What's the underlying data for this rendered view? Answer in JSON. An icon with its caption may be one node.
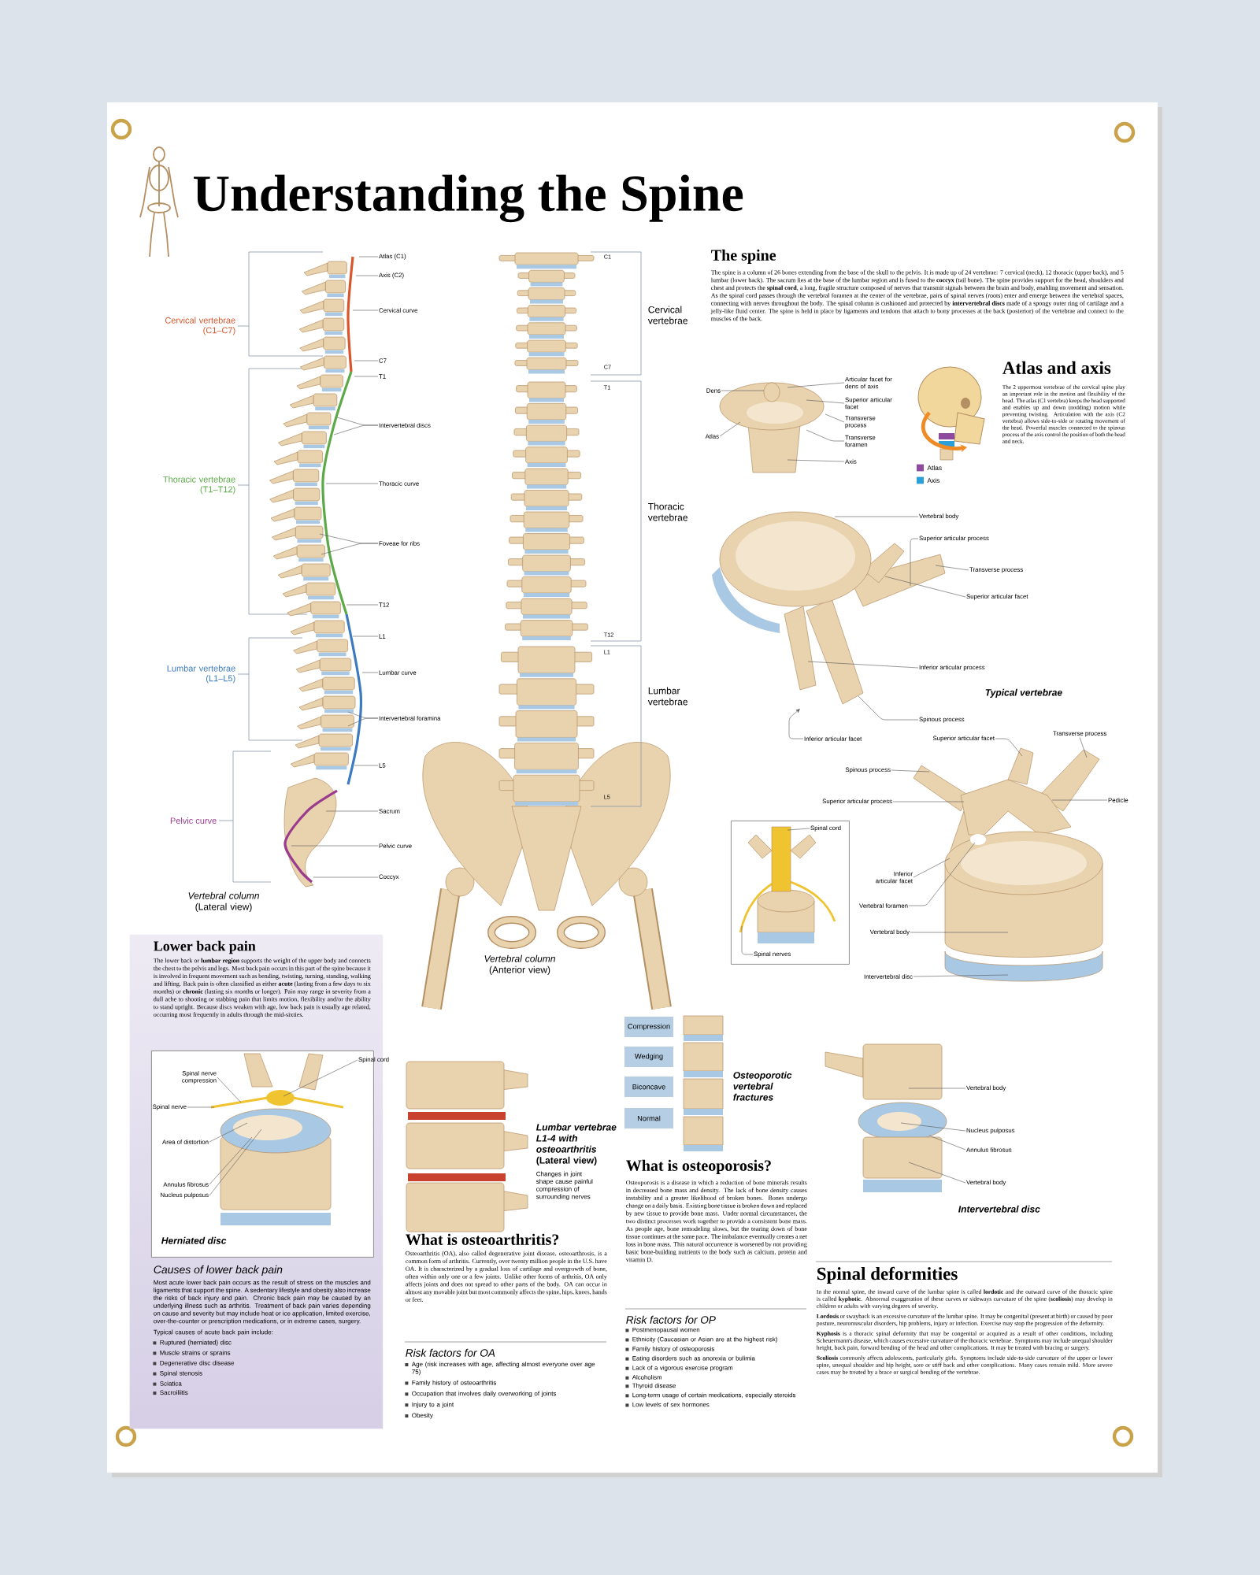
{
  "diagram": {
    "title": "Understanding the Spine",
    "nodes": [
      {
        "text": [
          "Atlas (C1)"
        ]
      },
      {
        "text": [
          "Axis (C2)"
        ]
      },
      {
        "text": [
          "Cervical curve"
        ]
      },
      {
        "text": [
          "C7"
        ]
      },
      {
        "text": [
          "T1"
        ]
      },
      {
        "text": [
          "Intervertebral discs"
        ]
      },
      {
        "text": [
          "Thoracic curve"
        ]
      },
      {
        "text": [
          "Foveae for ribs"
        ]
      },
      {
        "text": [
          "T12"
        ]
      },
      {
        "text": [
          "L1"
        ]
      },
      {
        "text": [
          "Lumbar curve"
        ]
      },
      {
        "text": [
          "Intervertebral foramina"
        ]
      },
      {
        "text": [
          "L5"
        ]
      },
      {
        "text": [
          "Sacrum"
        ]
      },
      {
        "text": [
          "Pelvic curve"
        ]
      },
      {
        "text": [
          "Coccyx"
        ]
      },
      {
        "text": [
          "Dens"
        ]
      },
      {
        "text": [
          "Atlas"
        ]
      },
      {
        "text": [
          "Articular facet for dens of axis"
        ]
      },
      {
        "text": [
          "Superior articular facet"
        ]
      },
      {
        "text": [
          "Transverse process"
        ]
      },
      {
        "text": [
          "Transverse foramen"
        ]
      },
      {
        "text": [
          "Axis"
        ]
      },
      {
        "text": [
          "Vertebral body"
        ]
      },
      {
        "text": [
          "Superior articular process"
        ]
      },
      {
        "text": [
          "Transverse process"
        ]
      },
      {
        "text": [
          "Superior articular facet"
        ]
      },
      {
        "text": [
          "Inferior articular process"
        ]
      },
      {
        "text": [
          "Spinous process"
        ]
      },
      {
        "text": [
          "Inferior articular facet"
        ]
      },
      {
        "text": [
          "Transverse process"
        ]
      },
      {
        "text": [
          "Superior articular facet"
        ]
      },
      {
        "text": [
          "Spinous process"
        ]
      },
      {
        "text": [
          "Pedicle"
        ]
      },
      {
        "text": [
          "Superior articular process"
        ]
      },
      {
        "text": [
          "Inferior articular facet"
        ]
      },
      {
        "text": [
          "Vertebral foramen"
        ]
      },
      {
        "text": [
          "Vertebral body"
        ]
      },
      {
        "text": [
          "Intervertebral disc"
        ]
      },
      {
        "text": [],
        "shape": "box"
      },
      {
        "text": [
          "Spinal cord"
        ],
        "in": 39
      },
      {
        "text": [
          "Spinal nerves"
        ],
        "in": 39
      },
      {
        "text": [
          "Lower back pain",
          "The lower back or **lumbar region** supports the weight of the upper body and connects the chest to the pelvis and legs. Most back pain occurs in this part of the spine because it is involved in frequent movement such as bending, twisting, turning, standing, walking and lifting. Back pain is often classified as either **acute** (lasting from a few days to six months) or **chronic** (lasting six months or longer). Pain may range in severity from a dull ache to shooting or stabbing pain that limits motion, flexibility and/or the ability to stand upright. Because discs weaken with age, low back pain is usually age related, occurring most frequently in adults through the mid-sixties.",
          "Causes of lower back pain",
          "Most acute lower back pain occurs as the result of stress on the muscles and ligaments that support the spine. A sedentary lifestyle and obesity also increase the risks of back injury and pain. Chronic back pain may be caused by an underlying illness such as arthritis. Treatment of back pain varies depending on cause and severity but may include heat or ice application, limited exercise, over-the-counter or prescription medications, or in extreme cases, surgery.",
          "Typical causes of acute back pain include:",
          "Ruptured (herniated) disc",
          "Muscle strains or sprains",
          "Degenerative disc disease",
          "Spinal stenosis",
          "Sciatica",
          "Sacroiliitis"
        ]
      },
      {
        "text": [
          "Herniated disc"
        ],
        "in": 42
      },
      {
        "text": [
          "Spinal cord"
        ],
        "in": 43
      },
      {
        "text": [
          "Spinal nerve compression"
        ],
        "in": 43
      },
      {
        "text": [
          "Spinal nerve"
        ],
        "in": 43
      },
      {
        "text": [
          "Area of distortion"
        ],
        "in": 43
      },
      {
        "text": [
          "Annulus fibrosus"
        ],
        "in": 43
      },
      {
        "text": [
          "Nucleus pulposus"
        ],
        "in": 43
      },
      {
        "text": [
          "Compression"
        ]
      },
      {
        "text": [
          "Wedging"
        ]
      },
      {
        "text": [
          "Biconcave"
        ]
      },
      {
        "text": [
          "Normal"
        ]
      },
      {
        "text": [
          "Vertebral body"
        ]
      },
      {
        "text": [
          "Nucleus pulposus"
        ]
      },
      {
        "text": [
          "Annulus fibrosus"
        ]
      },
      {
        "text": [
          "Vertebral body"
        ]
      },
      {
        "text": [],
        "shape": "picture"
      },
      {
        "text": [],
        "shape": "picture"
      },
      {
        "text": [],
        "shape": "picture"
      },
      {
        "text": [],
        "shape": "picture"
      },
      {
        "text": [],
        "shape": "picture",
        "in": 39
      },
      {
        "text": [],
        "shape": "picture",
        "in": 43
      },
      {
        "text": [],
        "shape": "picture"
      }
    ],
    "edges": [
      {
        "from": 0,
        "to": 58,
        "arrow": "none"
      },
      {
        "from": 1,
        "to": 58,
        "arrow": "none"
      },
      {
        "from": 2,
        "to": 58,
        "arrow": "none"
      },
      {
        "from": 3,
        "to": 58,
        "arrow": "none"
      },
      {
        "from": 4,
        "to": 58,
        "arrow": "none"
      },
      {
        "from": 5,
        "to": 58,
        "arrow": "none"
      },
      {
        "from": 6,
        "to": 58,
        "arrow": "none"
      },
      {
        "from": 7,
        "to": 58,
        "arrow": "none"
      },
      {
        "from": 8,
        "to": 58,
        "arrow": "none"
      },
      {
        "from": 9,
        "to": 58,
        "arrow": "none"
      },
      {
        "from": 10,
        "to": 58,
        "arrow": "none"
      },
      {
        "from": 11,
        "to": 58,
        "arrow": "none"
      },
      {
        "from": 12,
        "to": 58,
        "arrow": "none"
      },
      {
        "from": 13,
        "to": 58,
        "arrow": "none"
      },
      {
        "from": 14,
        "to": 58,
        "arrow": "none"
      },
      {
        "from": 15,
        "to": 58,
        "arrow": "none"
      },
      {
        "from": 16,
        "to": 59,
        "arrow": "none"
      },
      {
        "from": 17,
        "to": 59,
        "arrow": "none"
      },
      {
        "from": 18,
        "to": 59,
        "arrow": "none"
      },
      {
        "from": 19,
        "to": 59,
        "arrow": "none"
      },
      {
        "from": 20,
        "to": 59,
        "arrow": "none"
      },
      {
        "from": 21,
        "to": 59,
        "arrow": "none"
      },
      {
        "from": 22,
        "to": 59,
        "arrow": "none"
      },
      {
        "from": 23,
        "to": 60,
        "arrow": "none"
      },
      {
        "from": 24,
        "to": 60,
        "arrow": "none"
      },
      {
        "from": 25,
        "to": 60,
        "arrow": "none"
      },
      {
        "from": 26,
        "to": 60,
        "arrow": "none"
      },
      {
        "from": 27,
        "to": 60,
        "arrow": "none"
      },
      {
        "from": 28,
        "to": 60,
        "arrow": "none"
      },
      {
        "from": 29,
        "to": 60,
        "arrow": "to"
      },
      {
        "from": 30,
        "to": 61,
        "arrow": "none"
      },
      {
        "from": 31,
        "to": 61,
        "arrow": "none"
      },
      {
        "from": 32,
        "to": 61,
        "arrow": "none"
      },
      {
        "from": 33,
        "to": 61,
        "arrow": "none"
      },
      {
        "from": 34,
        "to": 61,
        "arrow": "none"
      },
      {
        "from": 35,
        "to": 61,
        "arrow": "none"
      },
      {
        "from": 36,
        "to": 61,
        "arrow": "none"
      },
      {
        "from": 37,
        "to": 61,
        "arrow": "none"
      },
      {
        "from": 38,
        "to": 61,
        "arrow": "none"
      },
      {
        "from": 40,
        "to": 62,
        "arrow": "none"
      },
      {
        "from": 41,
        "to": 62,
        "arrow": "none"
      },
      {
        "from": 44,
        "to": 63,
        "arrow": "none"
      },
      {
        "from": 45,
        "to": 63,
        "arrow": "none"
      },
      {
        "from": 46,
        "to": 63,
        "arrow": "none"
      },
      {
        "from": 47,
        "to": 63,
        "arrow": "none"
      },
      {
        "from": 48,
        "to": 63,
        "arrow": "none"
      },
      {
        "from": 49,
        "to": 63,
        "arrow": "none"
      },
      {
        "from": 54,
        "to": 64,
        "arrow": "none"
      },
      {
        "from": 55,
        "to": 64,
        "arrow": "none"
      },
      {
        "from": 56,
        "to": 64,
        "arrow": "none"
      },
      {
        "from": 57,
        "to": 64,
        "arrow": "none"
      }
    ],
    "labels": [
      "Cervical vertebrae (C1–C7)",
      "Thoracic vertebrae (T1–T12)",
      "Lumbar vertebrae (L1–L5)",
      "Pelvic curve",
      "*Vertebral column* (Lateral view)",
      "C1",
      "Cervical vertebrae",
      "C7",
      "T1",
      "Thoracic vertebrae",
      "T12",
      "L1",
      "Lumbar vertebrae",
      "L5",
      "*Vertebral column* (Anterior view)",
      "The spine",
      "The spine is a column of 26 bones extending from the base of the skull to the pelvis. It is made up of 24 vertebrae: 7 cervical (neck), 12 thoracic (upper back), and 5 lumbar (lower back). The sacrum lies at the base of the lumbar region and is fused to the **coccyx** (tail bone). The spine provides support for the head, shoulders and chest and protects the **spinal cord**, a long, fragile structure composed of nerves that transmit signals between the brain and body, enabling movement and sensation. As the spinal cord passes through the vertebral foramen at the center of the vertebrae, pairs of spinal nerves (roots) enter and emerge between the vertebral spaces, connecting with nerves throughout the body. The spinal column is cushioned and protected by **intervertebral discs** made of a spongy outer ring of cartilage and a jelly-like fluid center. The spine is held in place by ligaments and tendons that attach to bony processes at the back (posterior) of the vertebrae and connect to the muscles of the back.",
      "Atlas and axis",
      "The 2 uppermost vertebrae of the cervical spine play an important role in the motion and flexibility of the head. The atlas (C1 vertebra) keeps the head supported and enables up and down (nodding) motion while preventing twisting. Articulation with the axis (C2 vertebra) allows side-to-side or rotating movement of the head. Powerful muscles connected to the spinous process of the axis control the position of both the head and neck.",
      "Typical vertebrae",
      "*Lumbar vertebrae L1-4 with osteoarthritis* (Lateral view)",
      "Changes in joint shape cause painful compression of surrounding nerves",
      "What is osteoarthritis?",
      "Osteoarthritis (OA), also called degenerative joint disease, osteoarthrosis, is a common form of arthritis. Currently, over twenty million people in the U.S. have OA. It is characterized by a gradual loss of cartilage and overgrowth of bone, often within only one or a few joints. Unlike other forms of arthritis, OA only affects joints and does not spread to other parts of the body. OA can occur in almost any movable joint but most commonly affects the spine, hips, knees, hands or feet.",
      "Risk factors for OA",
      "Age (risk increases with age, affecting almost everyone over age 75)",
      "Family history of osteoarthritis",
      "Occupation that involves daily overworking of joints",
      "Injury to a joint",
      "Obesity",
      "Osteoporotic vertebral fractures",
      "What is osteoporosis?",
      "Osteoporosis is a disease in which a reduction of bone minerals results in decreased bone mass and density. The lack of bone density causes instability and a greater likelihood of broken bones. Bones undergo change on a daily basis. Existing bone tissue is broken down and replaced by new tissue to provide bone mass. Under normal circumstances, the two distinct processes work together to provide a consistent bone mass. As people age, bone remodeling slows, but the tearing down of bone tissue continues at the same pace. The imbalance eventually creates a net loss in bone mass. This natural occurrence is worsened by not providing basic bone-building nutrients to the body such as calcium, protein and vitamin D.",
      "Risk factors for OP",
      "Postmenopausal women",
      "Ethnicity (Caucasian or Asian are at the highest risk)",
      "Family history of osteoporosis",
      "Eating disorders such as anorexia or bulimia",
      "Lack of a vigorous exercise program",
      "Alcoholism",
      "Thyroid disease",
      "Long-term usage of certain medications, especially steroids",
      "Low levels of sex hormones",
      "Intervertebral disc",
      "Spinal deformities",
      "In the normal spine, the inward curve of the lumbar spine is called **lordotic** and the outward curve of the thoracic spine is called **kyphotic**. Abnormal exaggeration of these curves or sideways curvature of the spine (**scoliosis**) may develop in children or adults with varying degrees of severity.",
      "**Lordosis** or swayback is an excessive curvature of the lumbar spine. It may be congenital (present at birth) or caused by poor posture, neuromuscular disorders, hip problems, injury or infection. Exercise may stop the progression of the deformity.",
      "**Kyphosis** is a thoracic spinal deformity that may be congenital or acquired as a result of other conditions, including Scheuermann's disease, which causes excessive curvature of the thoracic vertebrae. Symptoms may include unequal shoulder height, back pain, forward bending of the head and other complications. It may be treated with bracing or surgery.",
      "**Scoliosis** commonly affects adolescents, particularly girls. Symptoms include side-to-side curvature of the upper or lower spine, unequal shoulder and hip height, sore or stiff back and other complications. Many cases remain mild. More severe cases may be treated by a brace or surgical bending of the vertebrae."
    ],
    "legend": [
      {
        "text": "Atlas",
        "color": "#8e4a9c"
      },
      {
        "text": "Axis",
        "color": "#2a9fd8"
      }
    ]
  }
}
